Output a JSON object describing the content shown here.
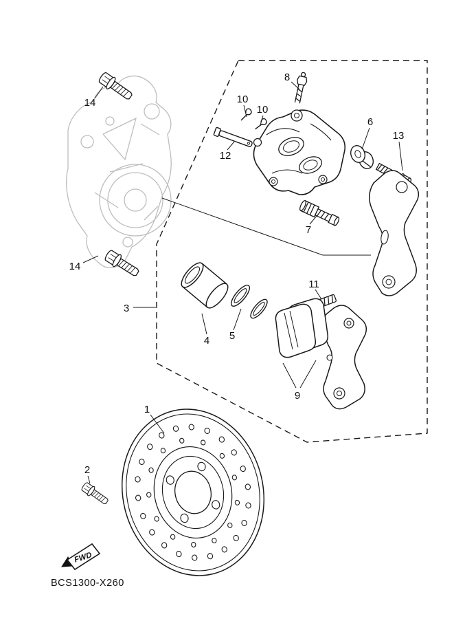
{
  "colors": {
    "line": "#1a1a1a",
    "context": "#bdbdbd",
    "background": "#ffffff"
  },
  "diagram": {
    "code": "BCS1300-X260",
    "fwd_label": "FWD",
    "callouts": {
      "p1": "1",
      "p2": "2",
      "p3": "3",
      "p4": "4",
      "p5": "5",
      "p6": "6",
      "p7": "7",
      "p8": "8",
      "p9": "9",
      "p10a": "10",
      "p10b": "10",
      "p11": "11",
      "p12": "12",
      "p13": "13",
      "p14a": "14",
      "p14b": "14"
    }
  }
}
